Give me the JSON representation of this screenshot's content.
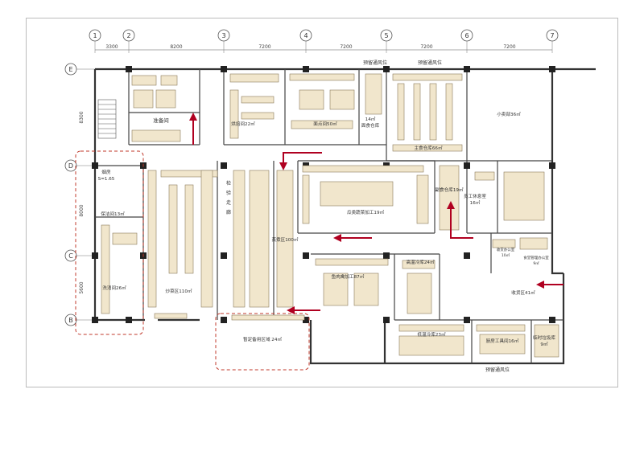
{
  "grid": {
    "columns": [
      "1",
      "2",
      "3",
      "4",
      "5",
      "6",
      "7"
    ],
    "rows": [
      "E",
      "D",
      "C",
      "B"
    ],
    "column_spacings": [
      "3300",
      "8200",
      "7200",
      "7200",
      "7200",
      "7200"
    ],
    "row_spacings": [
      "8300",
      "8000",
      "5600"
    ]
  },
  "rooms": {
    "prep": "准备间",
    "bakery": "烘焙间22㎡",
    "noodle": "面点间50㎡",
    "noodle_store": "面食仓库",
    "noodle_store_area": "14㎡",
    "main_store": "主食仓库66㎡",
    "kiosk": "小卖部36㎡",
    "lamp_room": "烟房",
    "lamp_room_size": "S=1.65",
    "cleaning": "保洁间13㎡",
    "dish_wash": "洗消间26㎡",
    "stir_fry": "炒菜区110㎡",
    "cooking": "蒸煮区100㎡",
    "fruit_veg": "瓜类蔬菜加工19㎡",
    "side_store": "副食仓库19㎡",
    "staff_rest": "员工休息室",
    "staff_rest_area": "16㎡",
    "receiving_office": "收货办公室",
    "receiving_office_area": "10㎡",
    "food_safety_office": "食堂管理办公室",
    "food_safety_area": "9㎡",
    "receiving_zone": "收货区41㎡",
    "meat_fish": "鱼肉禽加工87㎡",
    "high_temp_cold": "高温冷库24㎡",
    "low_temp_cold": "低温冷库23㎡",
    "tool_room": "厨房工具间16㎡",
    "temp_storage": "暂定备用区域 24㎡",
    "temp_garbage": "临时垃圾库",
    "temp_garbage_area": "9㎡"
  },
  "annotations": {
    "vent_1": "预留通风位",
    "vent_2": "预留通风位",
    "vent_3": "预留通风位"
  },
  "corridor": {
    "chars": [
      "检",
      "验",
      "走",
      "廊"
    ]
  },
  "colors": {
    "wall": "#333333",
    "column": "#222222",
    "furniture_fill": "#f1e6cc",
    "furniture_stroke": "#8a7a5a",
    "flow_arrow": "#b00020",
    "dashed_boundary": "#c0392b"
  }
}
